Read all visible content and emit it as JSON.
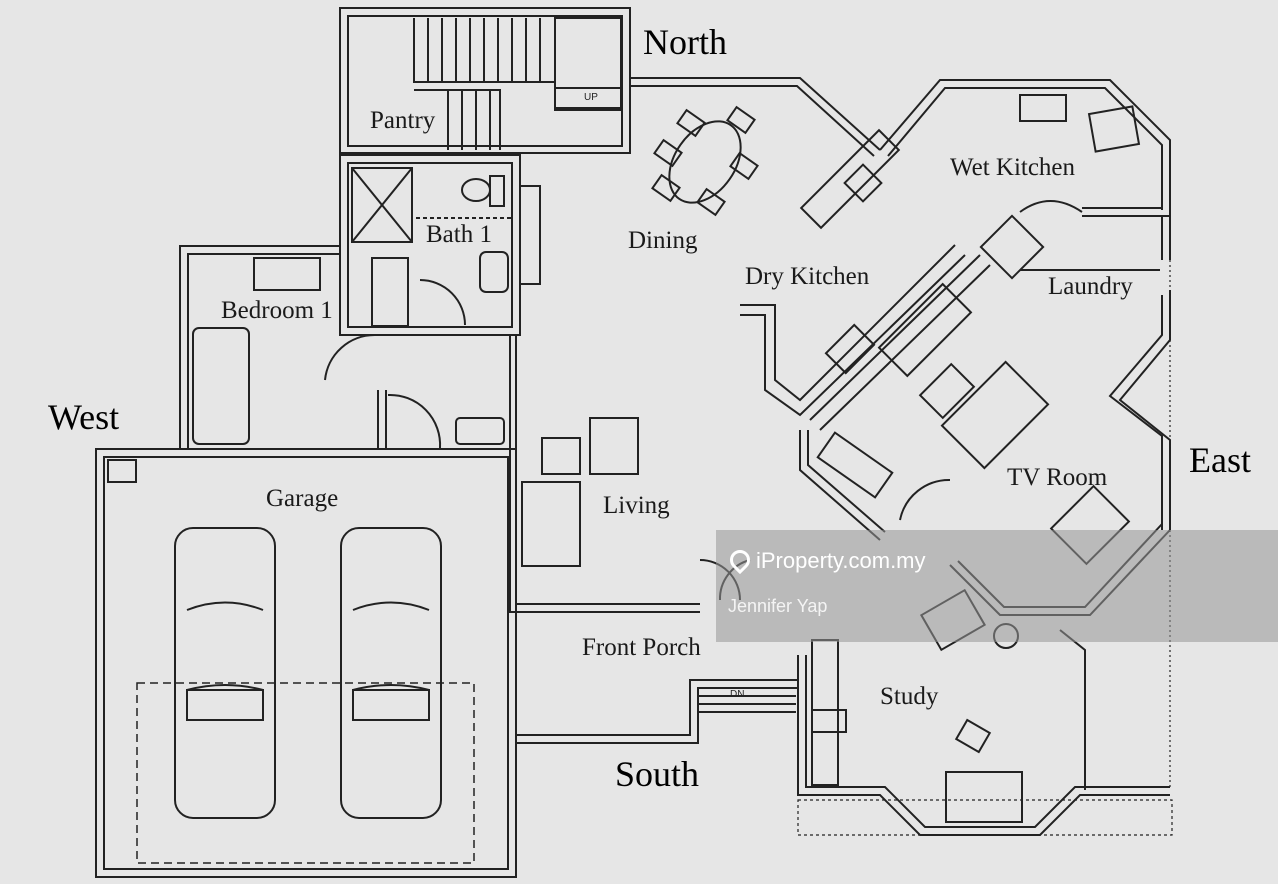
{
  "rooms": {
    "pantry": "Pantry",
    "bath1": "Bath 1",
    "bedroom1": "Bedroom 1",
    "dining": "Dining",
    "wet_kitchen": "Wet Kitchen",
    "dry_kitchen": "Dry Kitchen",
    "laundry": "Laundry",
    "garage": "Garage",
    "living": "Living",
    "tv_room": "TV Room",
    "front_porch": "Front Porch",
    "study": "Study"
  },
  "directions": {
    "north": "North",
    "south": "South",
    "east": "East",
    "west": "West"
  },
  "stairs": {
    "up": "UP",
    "down": "DN"
  },
  "watermark": {
    "brand": "iProperty.com.my",
    "agent": "Jennifer Yap",
    "icon": "map-pin-icon"
  }
}
